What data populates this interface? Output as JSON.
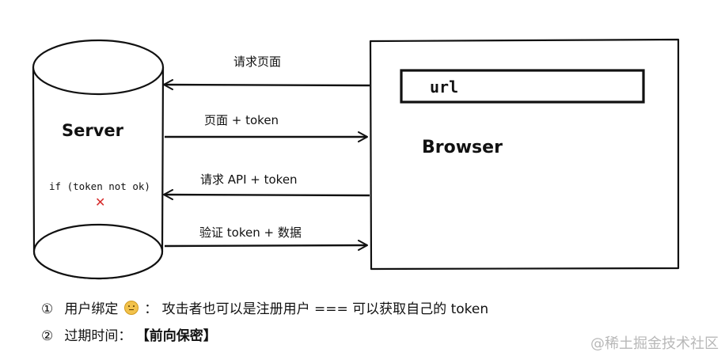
{
  "server": {
    "label": "Server",
    "condition": "if (token not ok)",
    "fail_mark": "✕"
  },
  "browser": {
    "label": "Browser",
    "url_text": "url"
  },
  "arrows": [
    {
      "label": "请求页面",
      "direction": "to-server"
    },
    {
      "label": "页面 + token",
      "direction": "to-browser"
    },
    {
      "label": "请求 API + token",
      "direction": "to-server"
    },
    {
      "label": "验证 token + 数据",
      "direction": "to-browser"
    }
  ],
  "notes": [
    {
      "number": "①",
      "title": "用户绑定",
      "separator": "：",
      "text": "攻击者也可以是注册用户 === 可以获取自己的 token"
    },
    {
      "number": "②",
      "title": "过期时间：",
      "text": "【前向保密】"
    }
  ],
  "watermark": "@稀土掘金技术社区",
  "colors": {
    "stroke": "#111111",
    "fail_mark": "#d62b2b",
    "watermark": "#a0a0a0",
    "emoji": "#f2c24b"
  },
  "icons": {
    "fail_mark": "cross-icon",
    "note_emoji": "thinking-face-icon"
  }
}
